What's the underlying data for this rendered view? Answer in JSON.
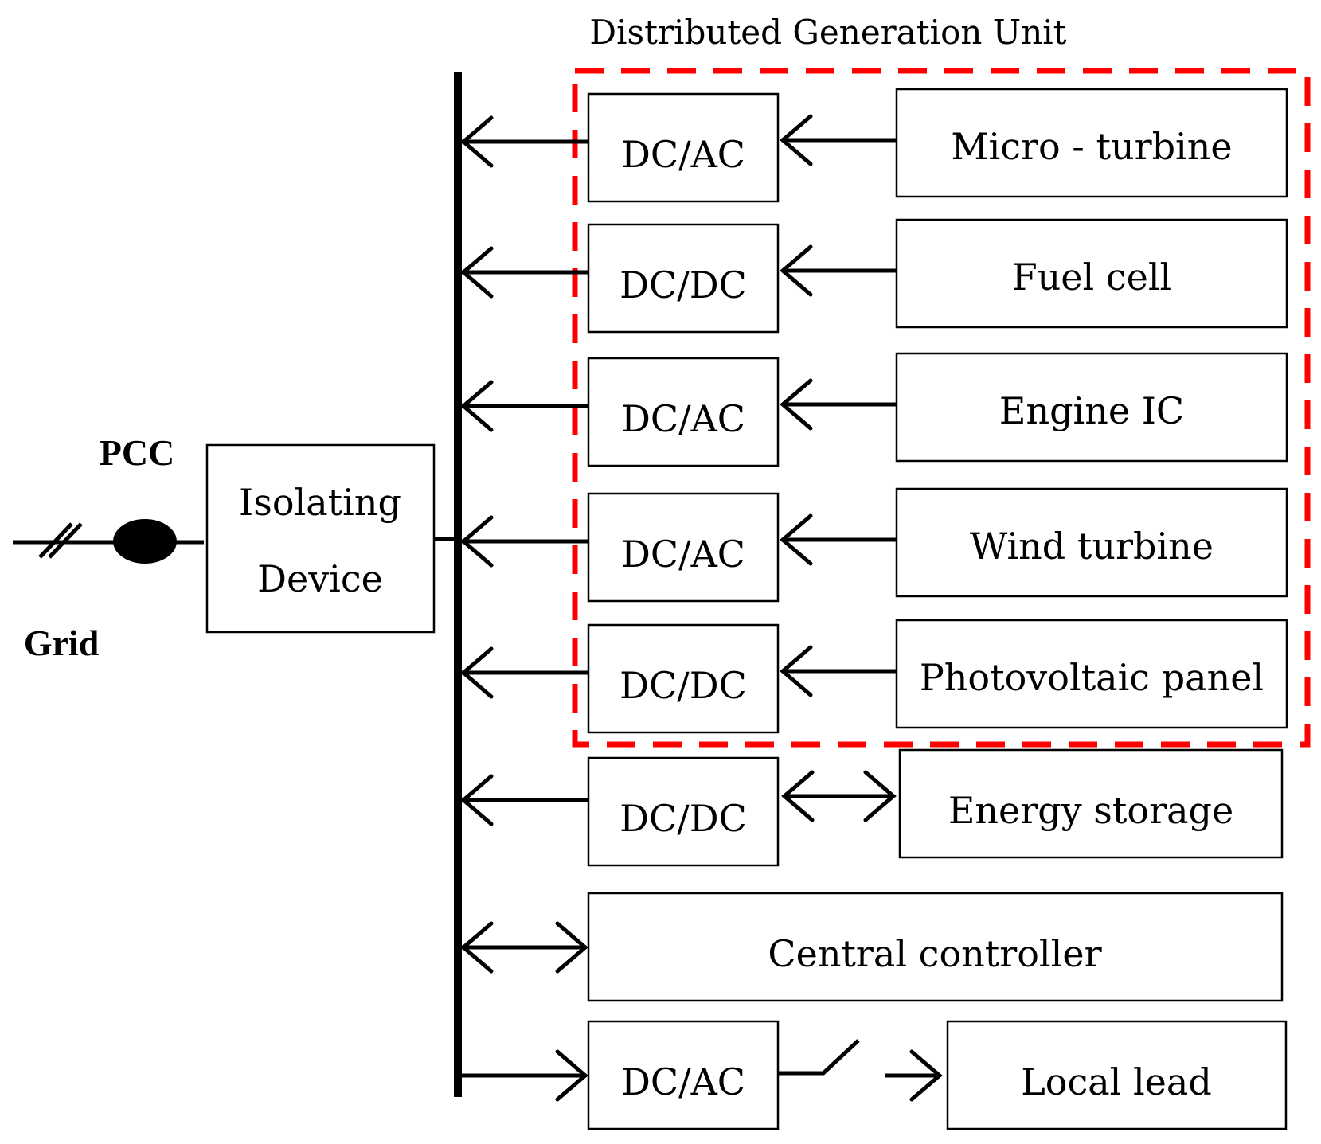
{
  "title": "Distributed Generation Unit",
  "grid_label": "Grid",
  "pcc_label": "PCC",
  "isolating_device": {
    "line1": "Isolating",
    "line2": "Device"
  },
  "sources": [
    {
      "converter": "DC/AC",
      "source": "Micro - turbine"
    },
    {
      "converter": "DC/DC",
      "source": "Fuel cell"
    },
    {
      "converter": "DC/AC",
      "source": "Engine IC"
    },
    {
      "converter": "DC/AC",
      "source": "Wind turbine"
    },
    {
      "converter": "DC/DC",
      "source": "Photovoltaic panel"
    }
  ],
  "storage": {
    "converter": "DC/DC",
    "label": "Energy storage"
  },
  "controller": {
    "label": "Central controller"
  },
  "load": {
    "converter": "DC/AC",
    "label": "Local lead"
  },
  "colors": {
    "dg_boundary": "#ff0000",
    "line": "#000000"
  }
}
